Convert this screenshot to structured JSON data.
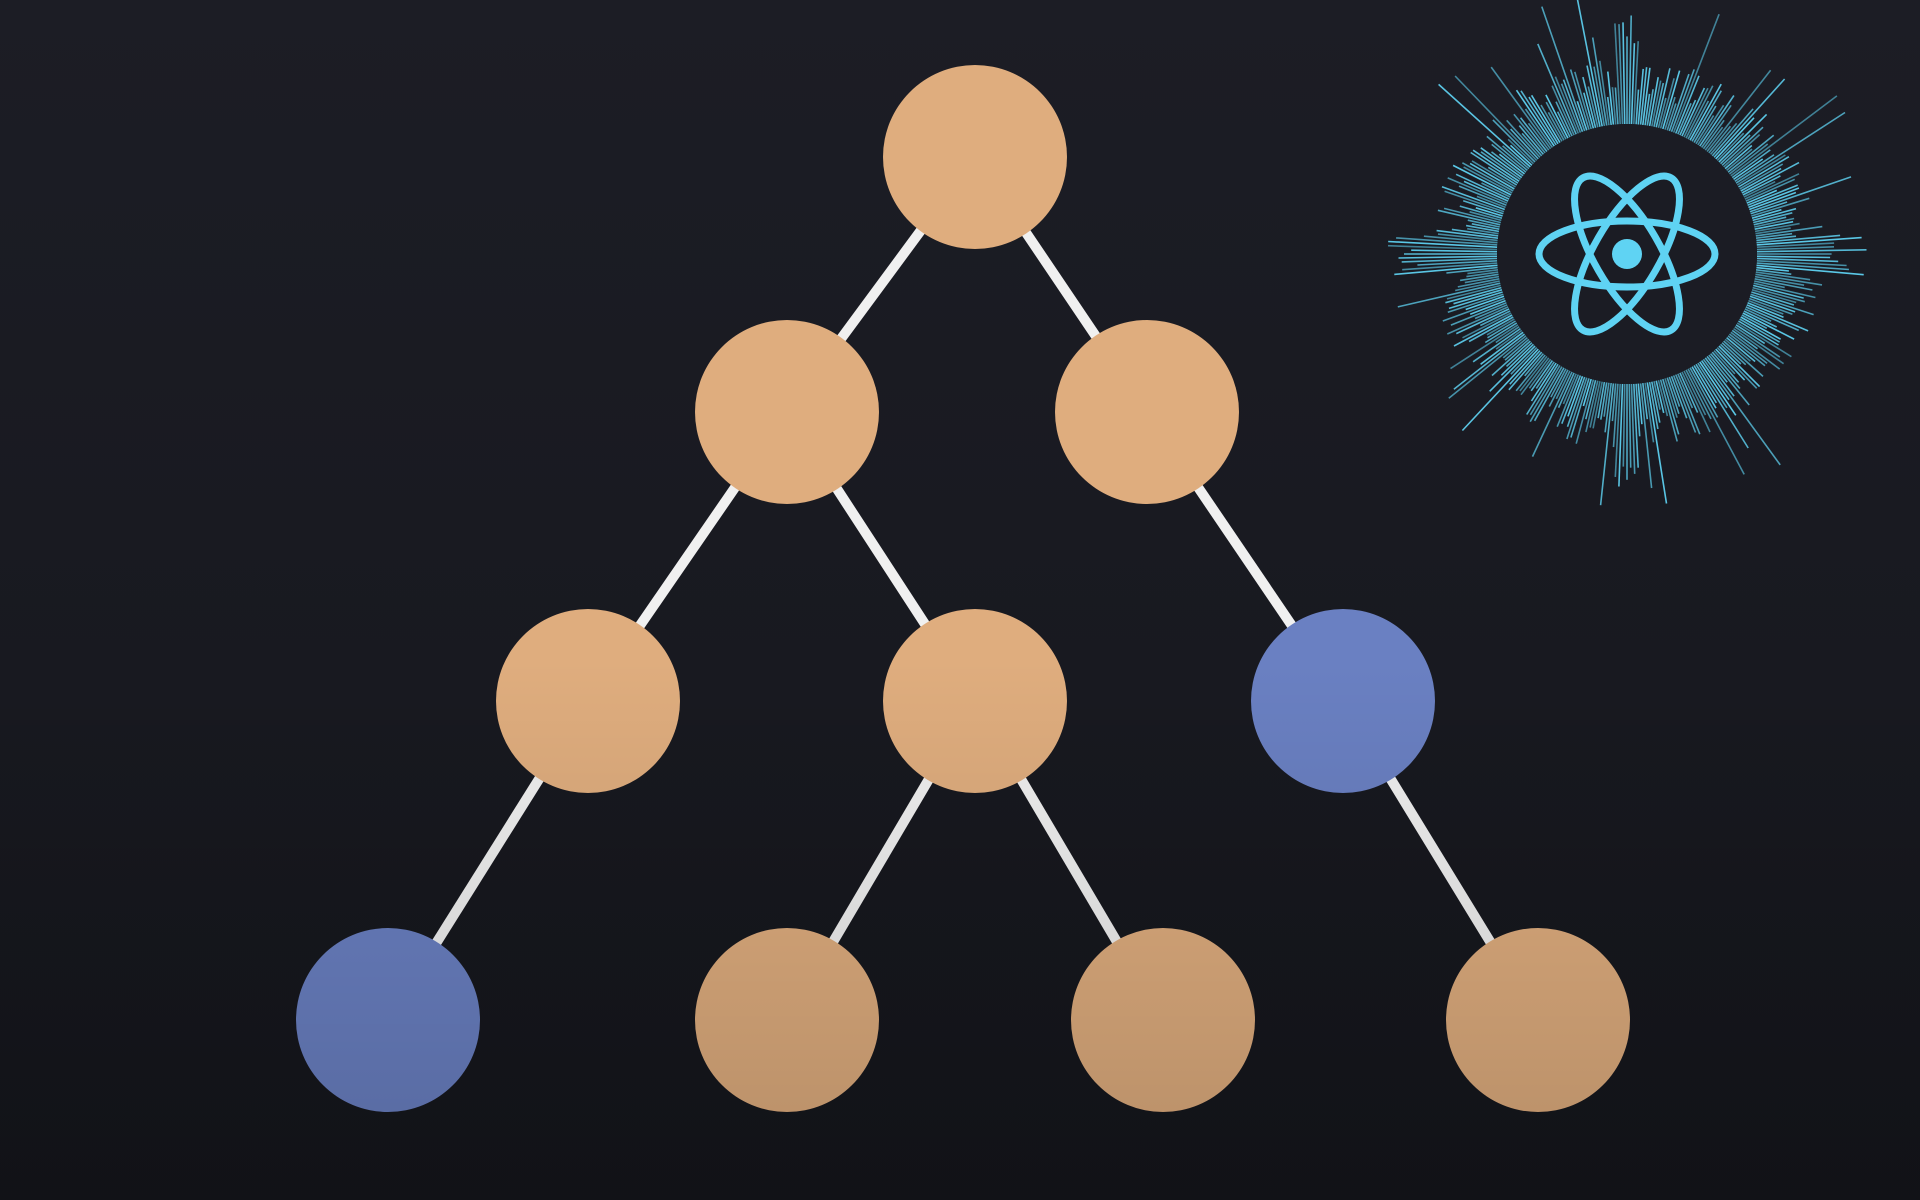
{
  "diagram": {
    "type": "tree",
    "node_colors": {
      "default": "#dfad7e",
      "highlighted": "#6a80c2"
    },
    "edge_color": "#f0f0f0",
    "background": "#1b1c24",
    "nodes": [
      {
        "id": "root",
        "state": "default"
      },
      {
        "id": "left",
        "state": "default"
      },
      {
        "id": "right",
        "state": "default"
      },
      {
        "id": "left-left",
        "state": "default"
      },
      {
        "id": "left-right",
        "state": "default"
      },
      {
        "id": "right-right",
        "state": "highlighted"
      },
      {
        "id": "left-left-left",
        "state": "highlighted"
      },
      {
        "id": "left-right-left",
        "state": "default"
      },
      {
        "id": "left-right-right",
        "state": "default"
      },
      {
        "id": "right-right-right",
        "state": "default"
      }
    ],
    "edges": [
      [
        "root",
        "left"
      ],
      [
        "root",
        "right"
      ],
      [
        "left",
        "left-left"
      ],
      [
        "left",
        "left-right"
      ],
      [
        "right",
        "right-right"
      ],
      [
        "left-left",
        "left-left-left"
      ],
      [
        "left-right",
        "left-right-left"
      ],
      [
        "left-right",
        "left-right-right"
      ],
      [
        "right-right",
        "right-right-right"
      ]
    ]
  },
  "logo": {
    "icon": "react-atom-icon",
    "color": "#5fd3f3",
    "ring_color": "#1b1c24",
    "style": "audio-visualizer-ring"
  }
}
